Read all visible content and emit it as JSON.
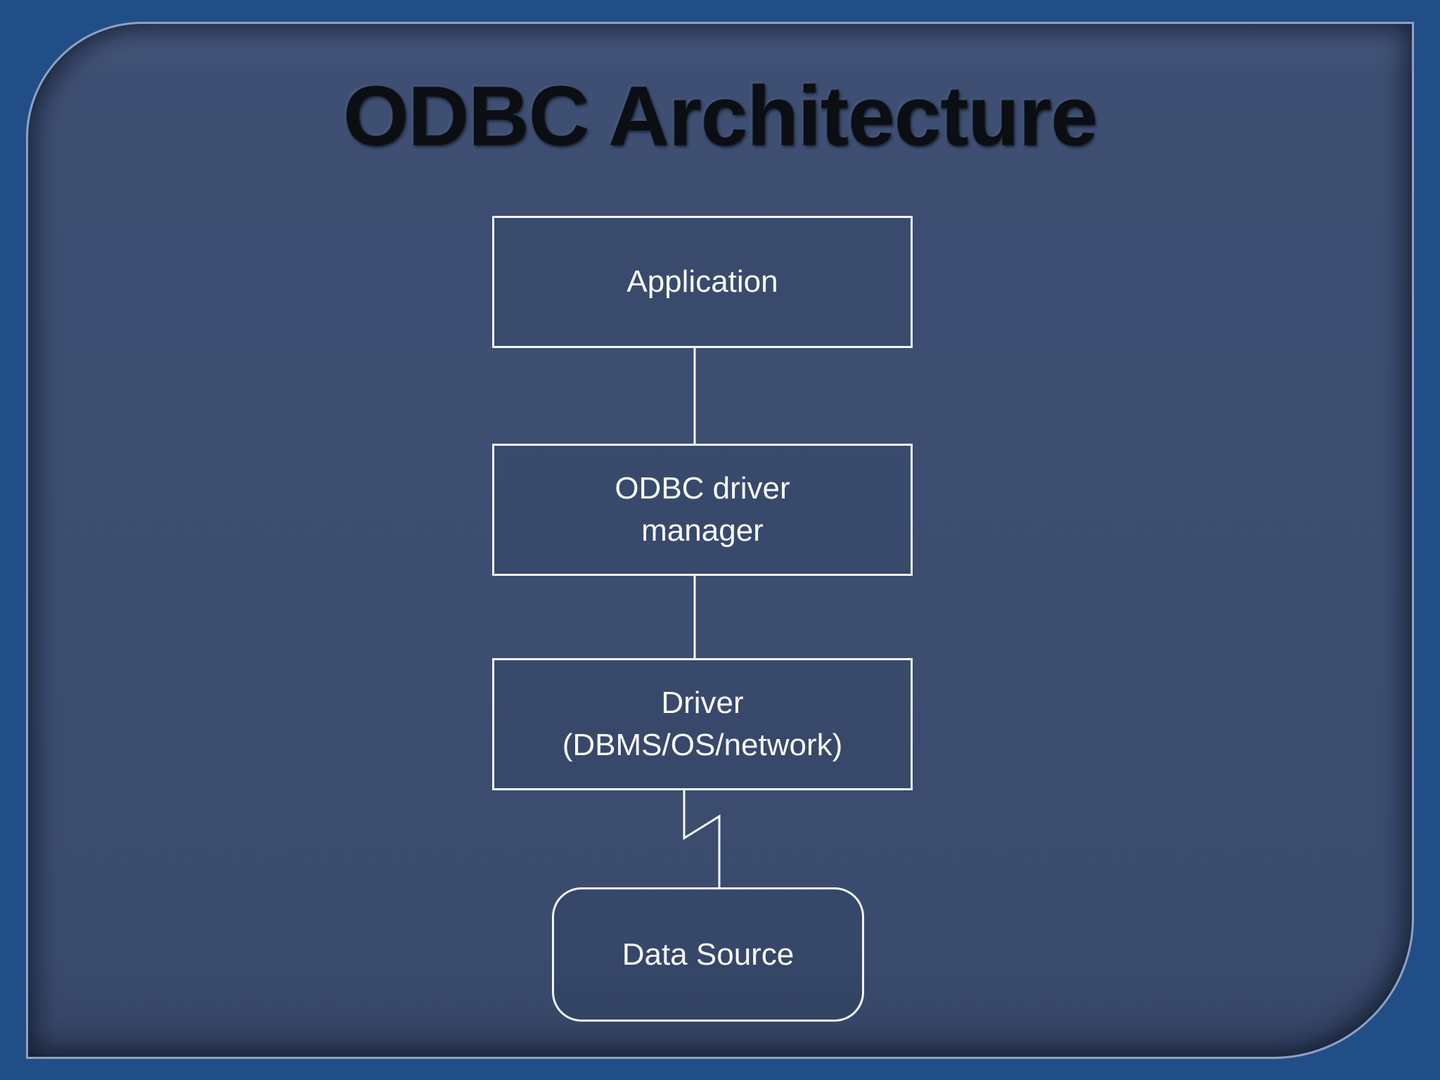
{
  "slide": {
    "title": "ODBC Architecture",
    "colors": {
      "outer_background": "#224e87",
      "panel_background": "#3c4d70",
      "panel_border": "#8ea1c4",
      "node_border": "#f4f7fb",
      "node_text": "#f8fafc",
      "title_text": "#0b0e13"
    }
  },
  "diagram": {
    "type": "flowchart",
    "direction": "top-to-bottom",
    "nodes": [
      {
        "id": "application",
        "label": "Application",
        "shape": "rectangle"
      },
      {
        "id": "odbc-driver-manager",
        "label": "ODBC driver\nmanager",
        "shape": "rectangle"
      },
      {
        "id": "driver",
        "label": "Driver\n(DBMS/OS/network)",
        "shape": "rectangle"
      },
      {
        "id": "data-source",
        "label": "Data Source",
        "shape": "rounded-rectangle"
      }
    ],
    "edges": [
      {
        "from": "application",
        "to": "odbc-driver-manager",
        "style": "straight-line"
      },
      {
        "from": "odbc-driver-manager",
        "to": "driver",
        "style": "straight-line"
      },
      {
        "from": "driver",
        "to": "data-source",
        "style": "zigzag-line"
      }
    ]
  }
}
